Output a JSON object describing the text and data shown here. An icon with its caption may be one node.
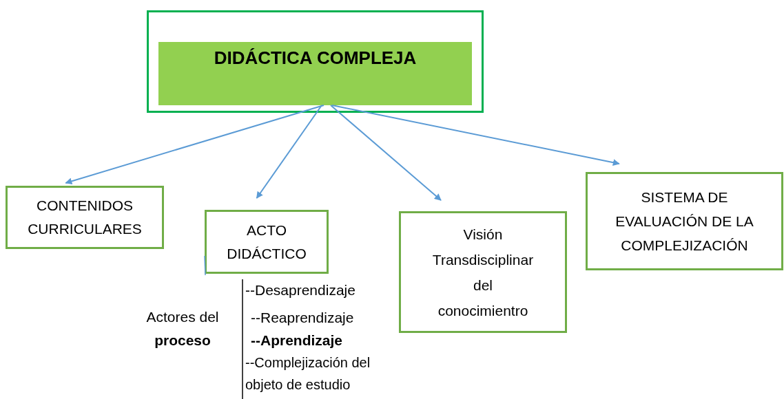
{
  "diagram": {
    "nodes": [
      {
        "text": [],
        "shape": "box"
      },
      {
        "text": [
          "DIDÁCTICA COMPLEJA"
        ],
        "in": 0
      },
      {
        "text": [
          "CONTENIDOS CURRICULARES"
        ]
      },
      {
        "text": [
          "ACTO DIDÁCTICO"
        ]
      },
      {
        "text": [
          "Visión Transdisciplinar del conocimientro"
        ]
      },
      {
        "text": [
          "SISTEMA DE EVALUACIÓN DE LA COMPLEJIZACIÓN"
        ]
      }
    ],
    "edges": [
      {
        "from": 1,
        "to": 2,
        "arrow": "to"
      },
      {
        "from": 1,
        "to": 3,
        "arrow": "to"
      },
      {
        "from": 1,
        "to": 4,
        "arrow": "to"
      },
      {
        "from": 1,
        "to": 5,
        "arrow": "to"
      }
    ],
    "labels": [
      "Actores del **proceso**",
      "--Desaprendizaje",
      "--Reaprendizaje",
      "**--Aprendizaje**",
      "--Complejización del objeto de estudio"
    ]
  }
}
